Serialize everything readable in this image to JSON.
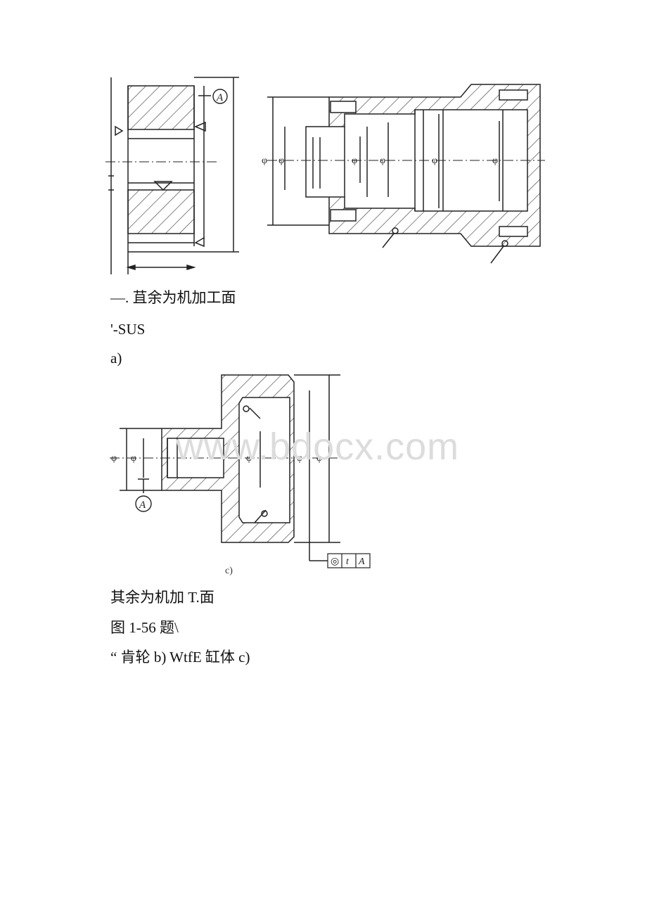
{
  "figure_top": {
    "datum_label": "A",
    "diameter_symbol": "φ"
  },
  "caption_lines": [
    "—. 苴余为机加工面",
    "'-SUS",
    "a)"
  ],
  "figure_c": {
    "datum_label": "A",
    "diameter_symbol": "φ",
    "sub_label": "c)",
    "tolerance_frame": [
      "◎",
      "t",
      "A"
    ]
  },
  "watermark": "www.bdocx.com",
  "bottom_lines": [
    "其余为机加 T.面",
    "图 1-56 题\\",
    "“ 肯轮 b) WtfE 缸体 c)"
  ]
}
